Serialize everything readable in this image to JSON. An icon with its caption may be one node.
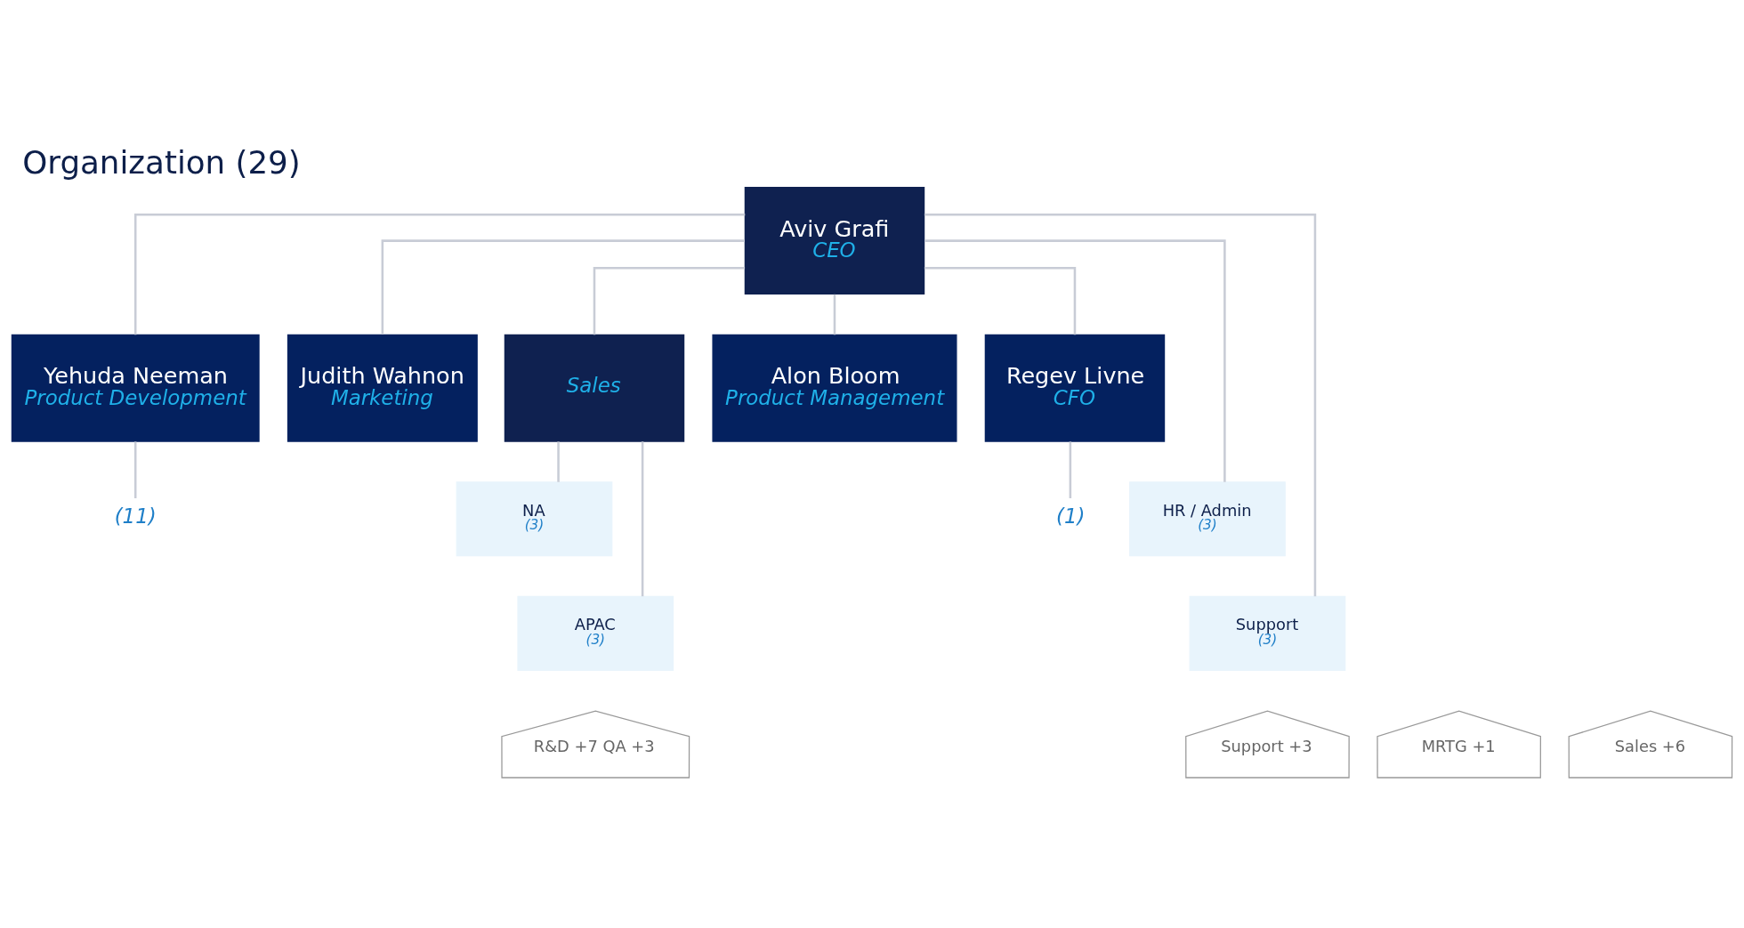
{
  "diagram": {
    "title": "Organization (29)",
    "nodes": [
      {
        "text": [
          "Aviv Grafi",
          "CEO"
        ]
      },
      {
        "text": [
          "Yehuda Neeman",
          "Product Development"
        ]
      },
      {
        "text": [
          "Judith Wahnon",
          "Marketing"
        ]
      },
      {
        "text": [
          "Sales"
        ]
      },
      {
        "text": [
          "Alon Bloom",
          "Product Management"
        ]
      },
      {
        "text": [
          "Regev Livne",
          "CFO"
        ]
      },
      {
        "text": [
          "(11)"
        ]
      },
      {
        "text": [
          "NA",
          "(3)"
        ]
      },
      {
        "text": [
          "APAC",
          "(3)"
        ]
      },
      {
        "text": [
          "(1)"
        ]
      },
      {
        "text": [
          "HR / Admin",
          "(3)"
        ]
      },
      {
        "text": [
          "Support",
          "(3)"
        ]
      },
      {
        "text": [
          "R&D +7 QA +3"
        ]
      },
      {
        "text": [
          "MRTG +1"
        ]
      },
      {
        "text": [
          "Sales +6"
        ]
      },
      {
        "text": [
          "Support +3"
        ]
      }
    ],
    "edges": [
      {
        "from": 0,
        "to": 1,
        "arrow": "none"
      },
      {
        "from": 0,
        "to": 2,
        "arrow": "none"
      },
      {
        "from": 0,
        "to": 3,
        "arrow": "none"
      },
      {
        "from": 0,
        "to": 4,
        "arrow": "none"
      },
      {
        "from": 0,
        "to": 5,
        "arrow": "none"
      },
      {
        "from": 0,
        "to": 10,
        "arrow": "none"
      },
      {
        "from": 0,
        "to": 11,
        "arrow": "none"
      },
      {
        "from": 1,
        "to": 6,
        "arrow": "none"
      },
      {
        "from": 3,
        "to": 7,
        "arrow": "none"
      },
      {
        "from": 3,
        "to": 8,
        "arrow": "none"
      },
      {
        "from": 5,
        "to": 9,
        "arrow": "none"
      }
    ]
  }
}
